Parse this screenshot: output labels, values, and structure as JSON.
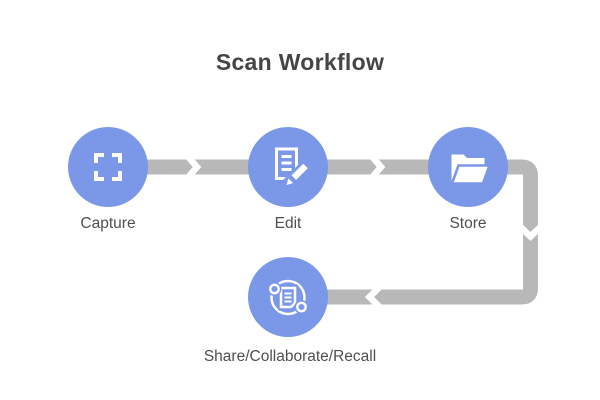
{
  "title": "Scan Workflow",
  "colors": {
    "background": "#ffffff",
    "node_fill": "#7b98e8",
    "connector": "#b8b8b8",
    "title_text": "#454545",
    "label_text": "#4f4f4f",
    "icon_color": "#ffffff"
  },
  "nodes": [
    {
      "id": "capture",
      "label": "Capture",
      "icon": "viewfinder-capture-icon"
    },
    {
      "id": "edit",
      "label": "Edit",
      "icon": "document-pencil-icon"
    },
    {
      "id": "store",
      "label": "Store",
      "icon": "open-folder-icon"
    },
    {
      "id": "share",
      "label": "Share/Collaborate/Recall",
      "icon": "document-sync-icon"
    }
  ],
  "flow": {
    "type": "workflow",
    "edges": [
      {
        "from": "Capture",
        "to": "Edit"
      },
      {
        "from": "Edit",
        "to": "Store"
      },
      {
        "from": "Store",
        "to": "Share/Collaborate/Recall"
      }
    ]
  }
}
